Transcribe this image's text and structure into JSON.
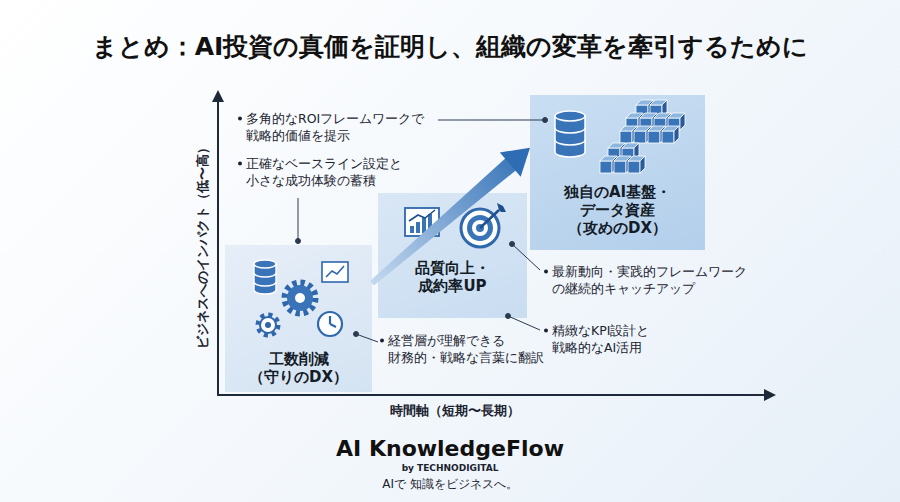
{
  "diagram": {
    "title": "まとめ：AI投資の真価を証明し、組織の変革を牽引するために",
    "nodes": [
      {
        "text": [
          "工数削減 （守りのDX）"
        ]
      },
      {
        "text": [
          "品質向上・ 成約率UP"
        ]
      },
      {
        "text": [
          "独自のAI基盤・ データ資産 （攻めのDX）"
        ]
      }
    ],
    "edges": [
      {
        "from": 0,
        "to": 2,
        "arrow": "to"
      }
    ],
    "labels": [
      "多角的なROIフレームワークで 戦略的価値を提示",
      "正確なベースライン設定と 小さな成功体験の蓄積",
      "最新動向・実践的フレームワーク の継続的キャッチアップ",
      "経営層が理解できる 財務的・戦略な言葉に翻訳",
      "精緻なKPI設計と 戦略的なAI活用",
      "ビジネスへのインパクト（低〜高）",
      "時間軸（短期〜長期）",
      "AI KnowledgeFlow",
      "by TECHNODIGITAL",
      "AIで 知識をビジネスへ。"
    ]
  }
}
